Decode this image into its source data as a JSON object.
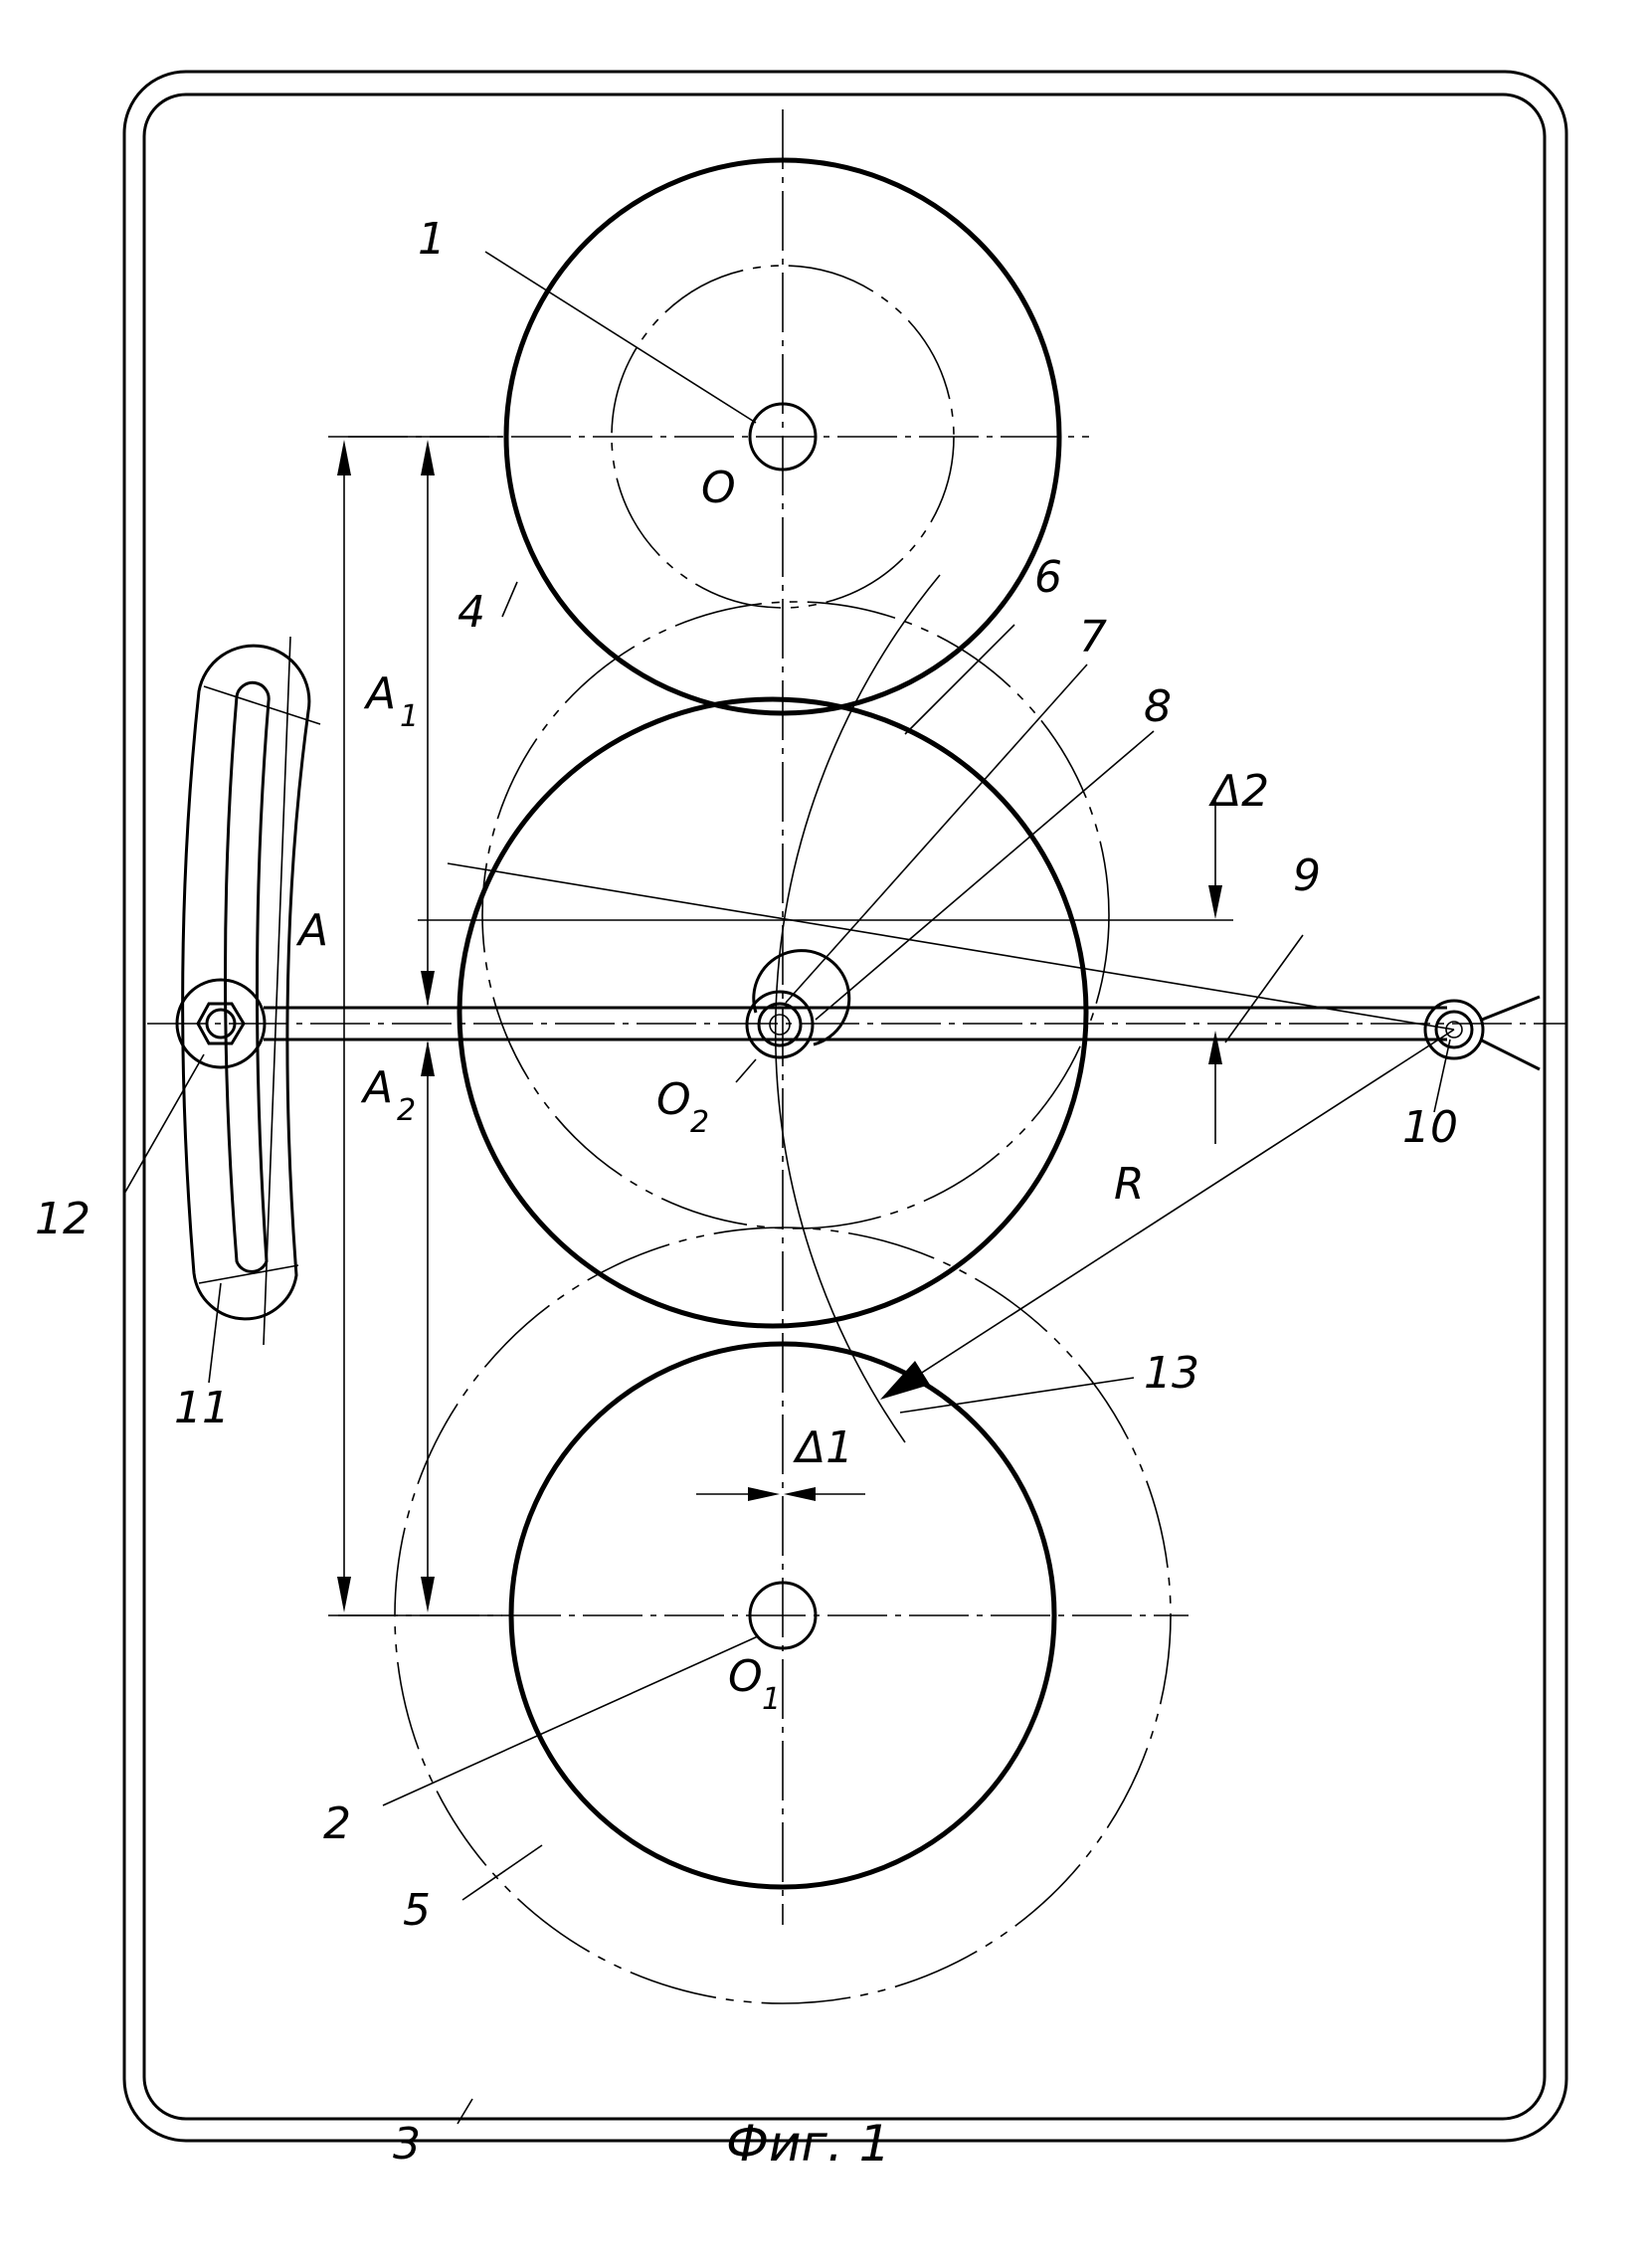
{
  "figure": {
    "caption": "Фиг. 1",
    "part_labels": [
      {
        "id": "1",
        "text": "1"
      },
      {
        "id": "2",
        "text": "2"
      },
      {
        "id": "3",
        "text": "3"
      },
      {
        "id": "4",
        "text": "4"
      },
      {
        "id": "5",
        "text": "5"
      },
      {
        "id": "6",
        "text": "6"
      },
      {
        "id": "7",
        "text": "7"
      },
      {
        "id": "8",
        "text": "8"
      },
      {
        "id": "9",
        "text": "9"
      },
      {
        "id": "10",
        "text": "10"
      },
      {
        "id": "11",
        "text": "11"
      },
      {
        "id": "12",
        "text": "12"
      },
      {
        "id": "13",
        "text": "13"
      }
    ],
    "point_labels": {
      "O": "O",
      "O1_main": "O",
      "O1_sub": "1",
      "O2_main": "O",
      "O2_sub": "2"
    },
    "dimension_labels": {
      "A": "A",
      "A1_main": "A",
      "A1_sub": "1",
      "A2_main": "A",
      "A2_sub": "2",
      "R": "R",
      "delta1": "Δ1",
      "delta2": "Δ2"
    }
  }
}
